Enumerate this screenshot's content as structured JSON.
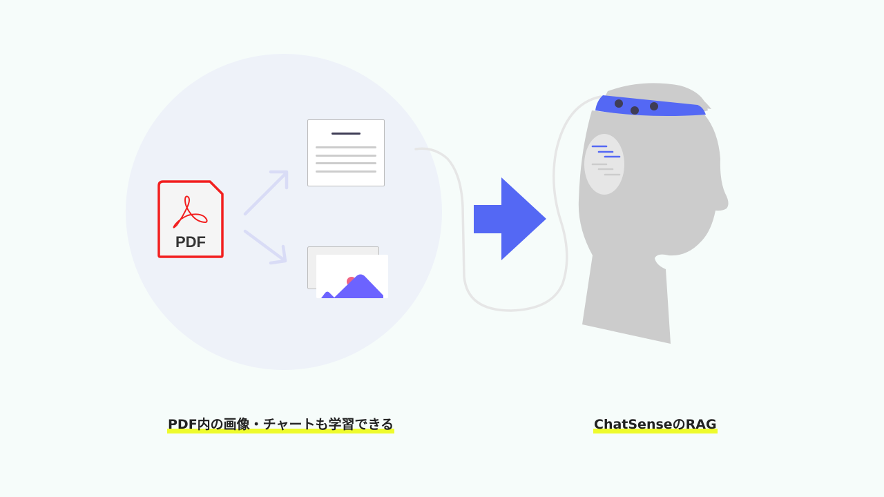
{
  "left_panel": {
    "pdf_icon": {
      "label": "PDF",
      "border_color": "#f21f1f",
      "fill_color": "#f5f5f5",
      "logo": "acrobat-swirl-icon"
    },
    "outputs": [
      {
        "type": "text-document",
        "icon": "document-icon"
      },
      {
        "type": "image",
        "icon": "image-icon"
      }
    ],
    "caption": "PDF内の画像・チャートも学習できる"
  },
  "connector": {
    "icon": "arrow-right-icon",
    "color": "#5468f4"
  },
  "right_panel": {
    "figure": "robot-head-icon",
    "headband_color": "#5468f4",
    "caption": "ChatSenseのRAG"
  },
  "colors": {
    "background": "#f6fcfa",
    "circle": "#eef2f9",
    "head": "#cccccc",
    "highlight": "#eefb2c",
    "accent": "#5468f4",
    "arrow_light": "#d9dcf6",
    "image_accent": "#6c63ff",
    "sun": "#f06484"
  }
}
